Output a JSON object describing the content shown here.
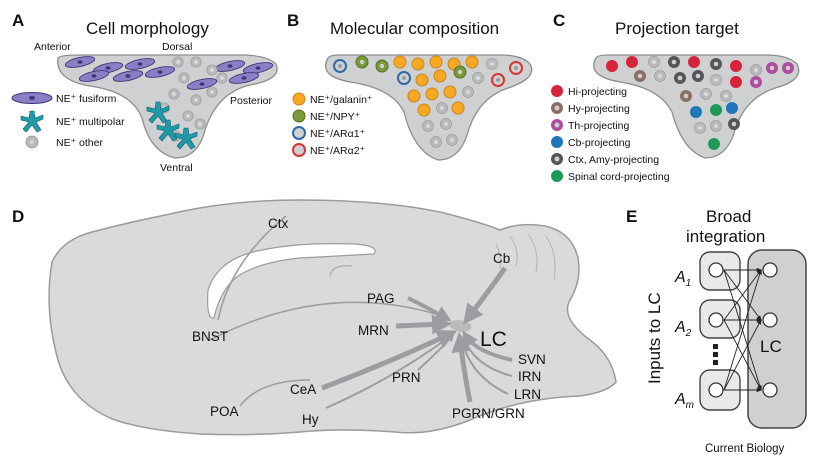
{
  "panels": {
    "a": {
      "letter": "A",
      "title": "Cell morphology",
      "axes": {
        "anterior": "Anterior",
        "dorsal": "Dorsal",
        "posterior": "Posterior",
        "ventral": "Ventral"
      },
      "legend": [
        "NE⁺ fusiform",
        "NE⁺ multipolar",
        "NE⁺ other"
      ]
    },
    "b": {
      "letter": "B",
      "title": "Molecular composition",
      "legend": [
        "NE⁺/galanin⁺",
        "NE⁺/NPY⁺",
        "NE⁺/ARα1⁺",
        "NE⁺/ARα2⁺"
      ]
    },
    "c": {
      "letter": "C",
      "title": "Projection target",
      "legend": [
        "Hi-projecting",
        "Hy-projecting",
        "Th-projecting",
        "Cb-projecting",
        "Ctx, Amy-projecting",
        "Spinal cord-projecting"
      ]
    },
    "d": {
      "letter": "D",
      "regions": {
        "ctx": "Ctx",
        "cb": "Cb",
        "pag": "PAG",
        "mrn": "MRN",
        "lc": "LC",
        "bnst": "BNST",
        "svn": "SVN",
        "irn": "IRN",
        "lrn": "LRN",
        "pgrn": "PGRN/GRN",
        "prn": "PRN",
        "cea": "CeA",
        "poa": "POA",
        "hy": "Hy"
      }
    },
    "e": {
      "letter": "E",
      "title_line1": "Broad",
      "title_line2": "integration",
      "vertical_label": "Inputs to LC",
      "inputs": [
        "A",
        "A",
        "A"
      ],
      "input_subs": [
        "1",
        "2",
        "m"
      ],
      "lc_label": "LC"
    }
  },
  "footer": "Current Biology",
  "colors": {
    "lc_fill": "#cfd0d2",
    "lc_stroke": "#8c8d90",
    "fusiform": "#8a7fc4",
    "multipolar": "#1f9aa8",
    "other_cell": "#b9babd",
    "galanin": "#f7a823",
    "npy": "#7a9a3a",
    "ar_a1": "#2d6aa8",
    "ar_a2": "#d8343a",
    "hi": "#d7243c",
    "hy": "#8a6f64",
    "th": "#b04ba0",
    "cb": "#1e76b8",
    "ctx_amy": "#555559",
    "spinal": "#1d9a58",
    "brain_fill": "#d9dadc",
    "brain_stroke": "#9a9b9e",
    "arrow": "#9c9da0"
  }
}
